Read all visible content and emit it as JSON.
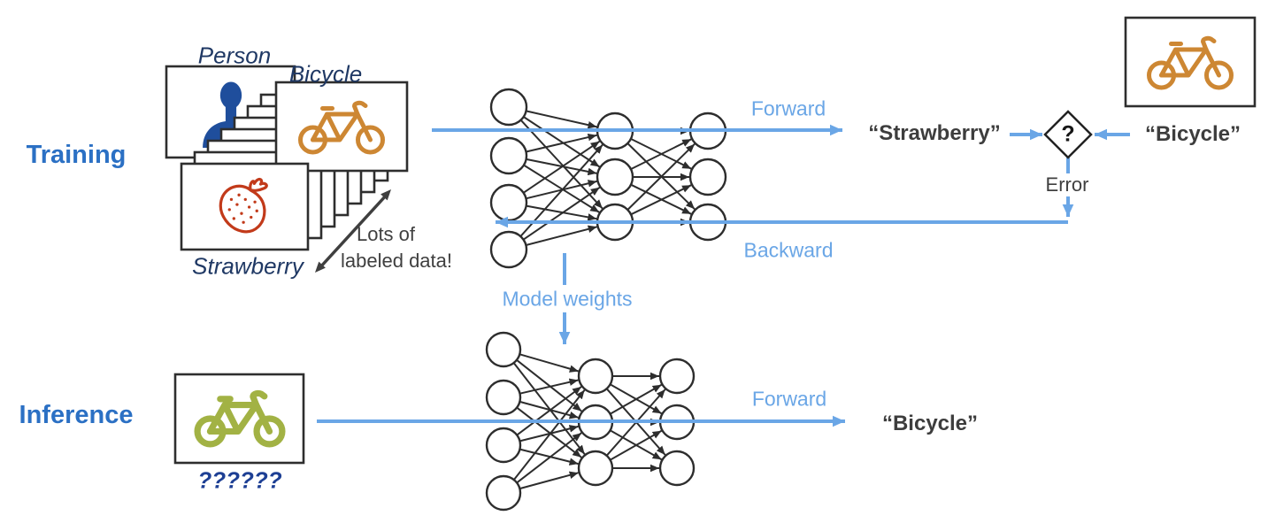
{
  "colors": {
    "heading_blue": "#2b70c4",
    "navy": "#1f3864",
    "arrow_blue": "#6aa6e6",
    "text_dark": "#3d3d3d",
    "ink": "#2d2d2d",
    "orange": "#cd8733",
    "person_blue": "#1f4e9c",
    "strawberry_red": "#c23a1a",
    "olive_green": "#a2b244",
    "royal_navy": "#1d3f94"
  },
  "sections": {
    "training_title": "Training",
    "inference_title": "Inference"
  },
  "training": {
    "cards": {
      "person": "Person",
      "bicycle": "Bicycle",
      "strawberry": "Strawberry"
    },
    "stack_note_line1": "Lots of",
    "stack_note_line2": "labeled data!",
    "forward_label": "Forward",
    "backward_label": "Backward",
    "prediction": "“Strawberry”",
    "ground_truth": "“Bicycle”",
    "comparator": "?",
    "error_label": "Error"
  },
  "model_weights_label": "Model weights",
  "inference": {
    "forward_label": "Forward",
    "prediction": "“Bicycle”",
    "unknown_input": "??????"
  },
  "icons": {
    "person_card": "person-icon",
    "training_bicycle_card": "bicycle-icon",
    "strawberry_card": "strawberry-icon",
    "ground_truth_card": "bicycle-icon",
    "inference_input_card": "bicycle-icon",
    "comparator": "question-diamond"
  },
  "networks": [
    {
      "name": "training-network",
      "x": [
        575,
        695,
        800
      ],
      "y": [
        [
          121,
          176,
          229,
          282
        ],
        [
          148,
          200,
          251
        ],
        [
          148,
          200,
          251
        ]
      ],
      "r": 20
    },
    {
      "name": "inference-network",
      "x": [
        569,
        673,
        765
      ],
      "y": [
        [
          395,
          449,
          503,
          557
        ],
        [
          425,
          477,
          529
        ],
        [
          425,
          477,
          529
        ]
      ],
      "r": 19
    }
  ]
}
